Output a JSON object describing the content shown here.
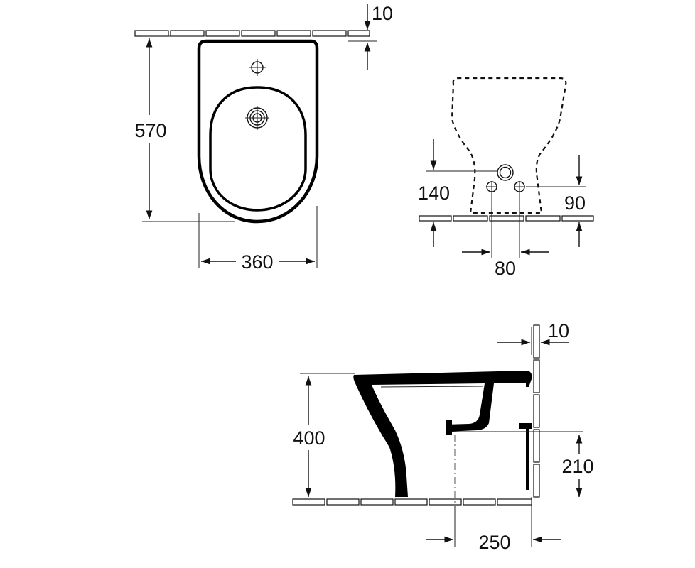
{
  "dimensions": {
    "wall_gap_top": "10",
    "depth": "570",
    "width": "360",
    "inlet_height": "140",
    "outlet_height": "90",
    "outlet_spacing": "80",
    "wall_gap_side": "10",
    "bowl_height": "400",
    "drain_height": "210",
    "drain_distance": "250"
  }
}
